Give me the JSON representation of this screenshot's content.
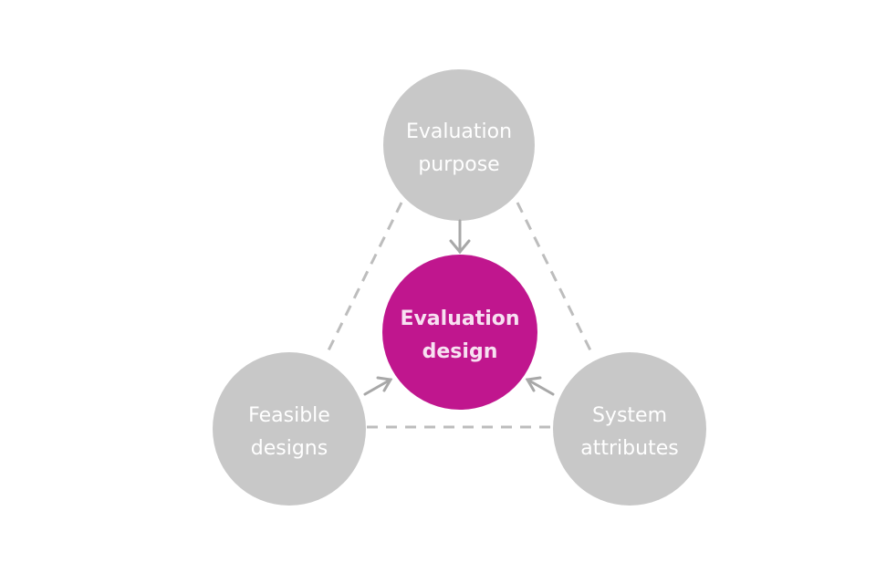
{
  "nodes": {
    "top": {
      "line1": "Evaluation",
      "line2": "purpose"
    },
    "center": {
      "line1": "Evaluation",
      "line2": "design"
    },
    "left": {
      "line1": "Feasible",
      "line2": "designs"
    },
    "right": {
      "line1": "System",
      "line2": "attributes"
    }
  },
  "colors": {
    "accent": "#c0168e",
    "node": "#c8c8c8",
    "line": "#b5b5b5"
  }
}
